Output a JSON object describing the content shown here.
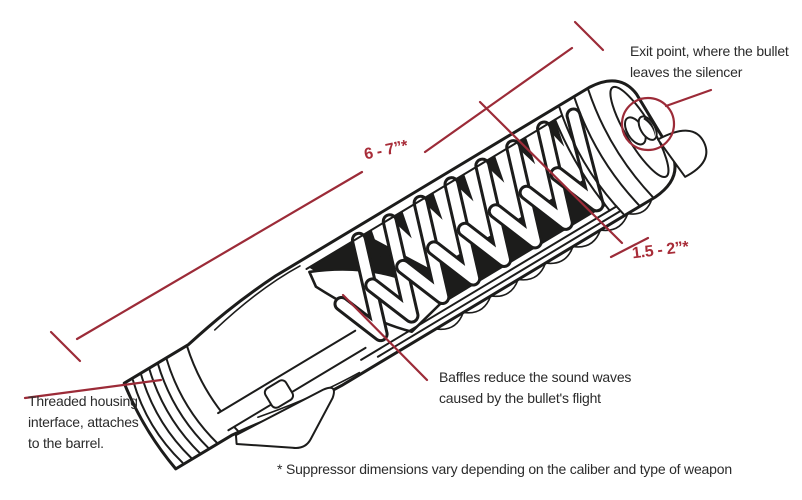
{
  "colors": {
    "annotation_red": "#9c2b38",
    "dimension_text_red": "#a82c38",
    "ink": "#1c1c1b",
    "text": "#2b2b2b",
    "background": "#ffffff"
  },
  "diagram": {
    "subject": "suppressor-cutaway",
    "dimensions": {
      "length": "6 - 7”*",
      "diameter": "1.5 - 2”*"
    },
    "callouts": {
      "exit_point": {
        "line1": "Exit point, where the bullet",
        "line2": "leaves the silencer"
      },
      "baffles": {
        "line1": "Baffles reduce the sound waves",
        "line2": "caused by the bullet's flight"
      },
      "threaded_housing": {
        "line1": "Threaded housing",
        "line2": "interface, attaches",
        "line3": "to the barrel."
      }
    },
    "footnote": "* Suppressor dimensions vary depending on the caliber and type of weapon"
  }
}
